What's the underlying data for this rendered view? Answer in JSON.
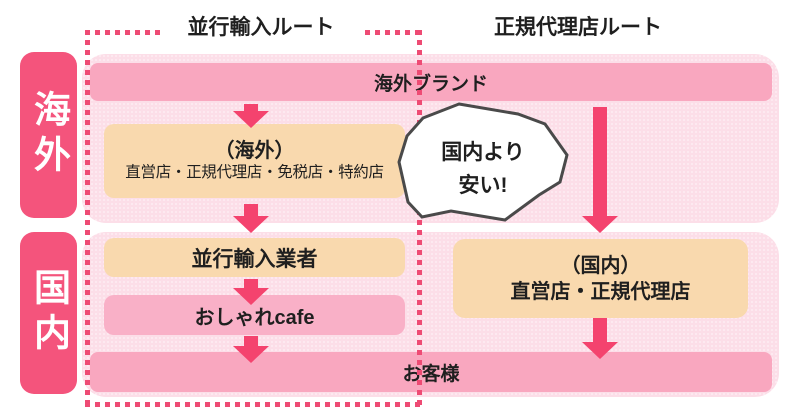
{
  "titles": {
    "parallel": "並行輸入ルート",
    "official": "正規代理店ルート"
  },
  "regions": {
    "overseas": "海外",
    "domestic": "国内"
  },
  "nodes": {
    "overseas_brand": "海外ブランド",
    "overseas_stores": {
      "line1": "（海外）",
      "line2": "直営店・正規代理店・免税店・特約店"
    },
    "parallel_importer": "並行輸入業者",
    "cafe": "おしゃれcafe",
    "domestic_stores": {
      "line1": "（国内）",
      "line2": "直営店・正規代理店"
    },
    "customer": "お客様"
  },
  "speech_bubble": {
    "line1": "国内より",
    "line2": "安い!"
  },
  "colors": {
    "accent": "#f4547c",
    "arrow": "#f4436e",
    "dotted": "#ee4b74",
    "bar-pink": "#f9a7bf",
    "cafe-pink": "#f9b0c7",
    "panel-pink": "#fcdee8",
    "peach": "#f9d9ae",
    "bubble-stroke": "#4a4a4a",
    "ink": "#1f1f1f"
  }
}
